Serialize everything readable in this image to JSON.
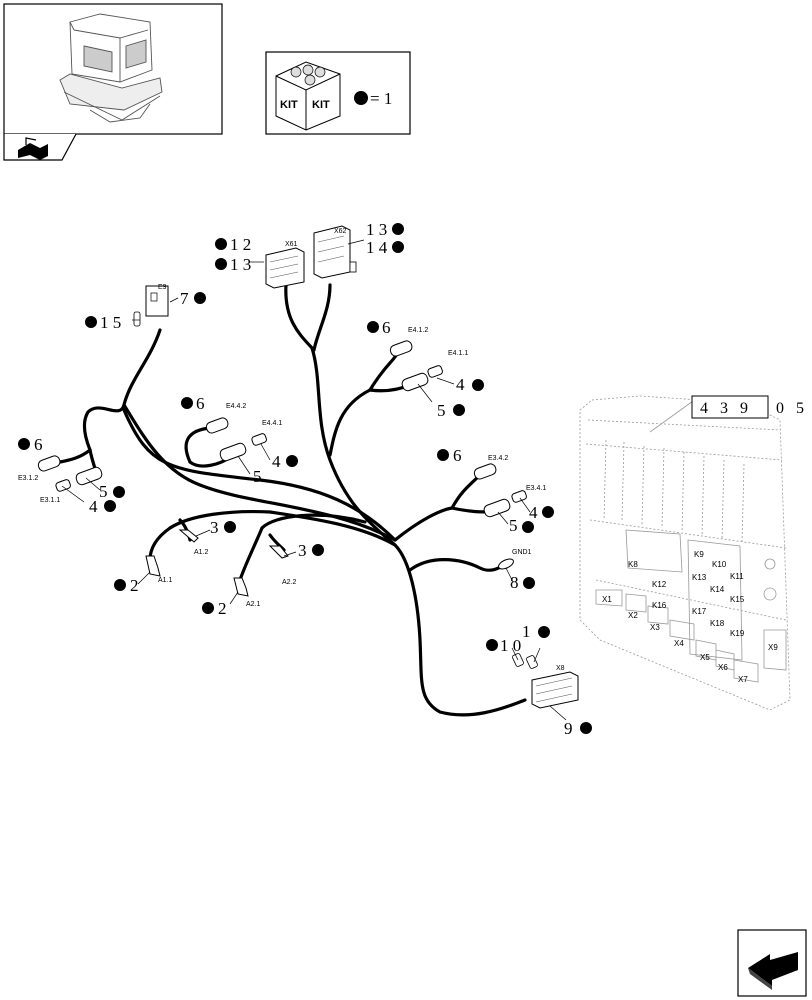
{
  "kit": {
    "label_left": "KIT",
    "label_right": "KIT",
    "equals": "= 1"
  },
  "ref": {
    "box": "4 3 9",
    "suffix": "0 5"
  },
  "callouts": [
    {
      "id": "c12",
      "text": "1 2"
    },
    {
      "id": "c13a",
      "text": "1 3"
    },
    {
      "id": "c13b",
      "text": "1 3"
    },
    {
      "id": "c14",
      "text": "1 4"
    },
    {
      "id": "c7",
      "text": "7"
    },
    {
      "id": "c15",
      "text": "1 5"
    },
    {
      "id": "c6a",
      "text": "6"
    },
    {
      "id": "c4a",
      "text": "4"
    },
    {
      "id": "c5a",
      "text": "5"
    },
    {
      "id": "c6b",
      "text": "6"
    },
    {
      "id": "c4b",
      "text": "4"
    },
    {
      "id": "c5b",
      "text": "5"
    },
    {
      "id": "c6c",
      "text": "6"
    },
    {
      "id": "c5c",
      "text": "5"
    },
    {
      "id": "c4c",
      "text": "4"
    },
    {
      "id": "c6d",
      "text": "6"
    },
    {
      "id": "c5d",
      "text": "5"
    },
    {
      "id": "c4d",
      "text": "4"
    },
    {
      "id": "c3a",
      "text": "3"
    },
    {
      "id": "c2a",
      "text": "2"
    },
    {
      "id": "c3b",
      "text": "3"
    },
    {
      "id": "c2b",
      "text": "2"
    },
    {
      "id": "c8",
      "text": "8"
    },
    {
      "id": "c10a",
      "text": "1 0"
    },
    {
      "id": "c10b",
      "text": "1"
    },
    {
      "id": "c9",
      "text": "9"
    }
  ],
  "connectors": [
    {
      "id": "x61",
      "text": "X61"
    },
    {
      "id": "x62",
      "text": "X62"
    },
    {
      "id": "e9",
      "text": "E9"
    },
    {
      "id": "e412",
      "text": "E4.1.2"
    },
    {
      "id": "e411",
      "text": "E4.1.1"
    },
    {
      "id": "e442",
      "text": "E4.4.2"
    },
    {
      "id": "e441",
      "text": "E4.4.1"
    },
    {
      "id": "e312",
      "text": "E3.1.2"
    },
    {
      "id": "e311",
      "text": "E3.1.1"
    },
    {
      "id": "e342",
      "text": "E3.4.2"
    },
    {
      "id": "e341",
      "text": "E3.4.1"
    },
    {
      "id": "gnd1",
      "text": "GND1"
    },
    {
      "id": "a12",
      "text": "A1.2"
    },
    {
      "id": "a11",
      "text": "A1.1"
    },
    {
      "id": "a22",
      "text": "A2.2"
    },
    {
      "id": "a21",
      "text": "A2.1"
    },
    {
      "id": "x8",
      "text": "X8"
    }
  ],
  "fusebox": {
    "labels": [
      "K8",
      "K9",
      "K10",
      "K11",
      "K12",
      "K13",
      "K14",
      "K15",
      "K16",
      "K17",
      "K18",
      "K19",
      "X1",
      "X2",
      "X3",
      "X4",
      "X5",
      "X6",
      "X7",
      "X9"
    ]
  },
  "icons": [
    "cab-thumbnail-icon",
    "book-arrow-icon",
    "kit-box-icon",
    "next-page-arrow-icon"
  ]
}
